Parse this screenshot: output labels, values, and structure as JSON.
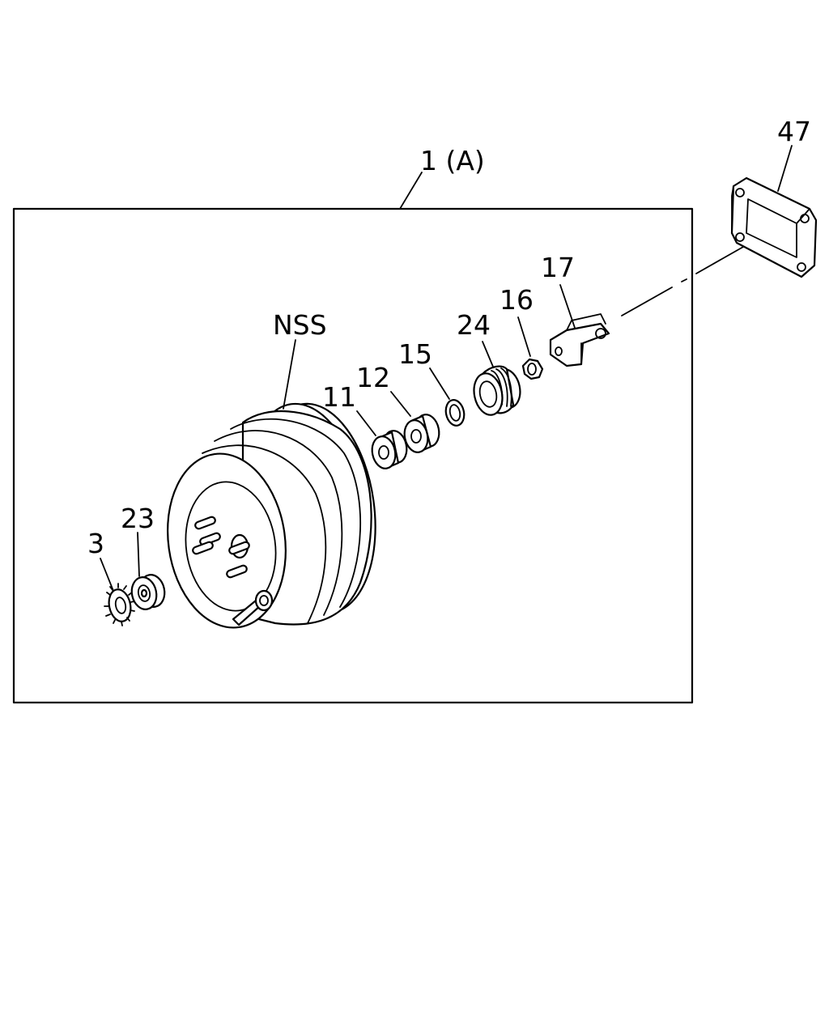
{
  "assembly_label": "1 (A)",
  "callouts": {
    "nss": "NSS",
    "p3": "3",
    "p23": "23",
    "p11": "11",
    "p12": "12",
    "p15": "15",
    "p24": "24",
    "p16": "16",
    "p17": "17",
    "p47": "47"
  }
}
